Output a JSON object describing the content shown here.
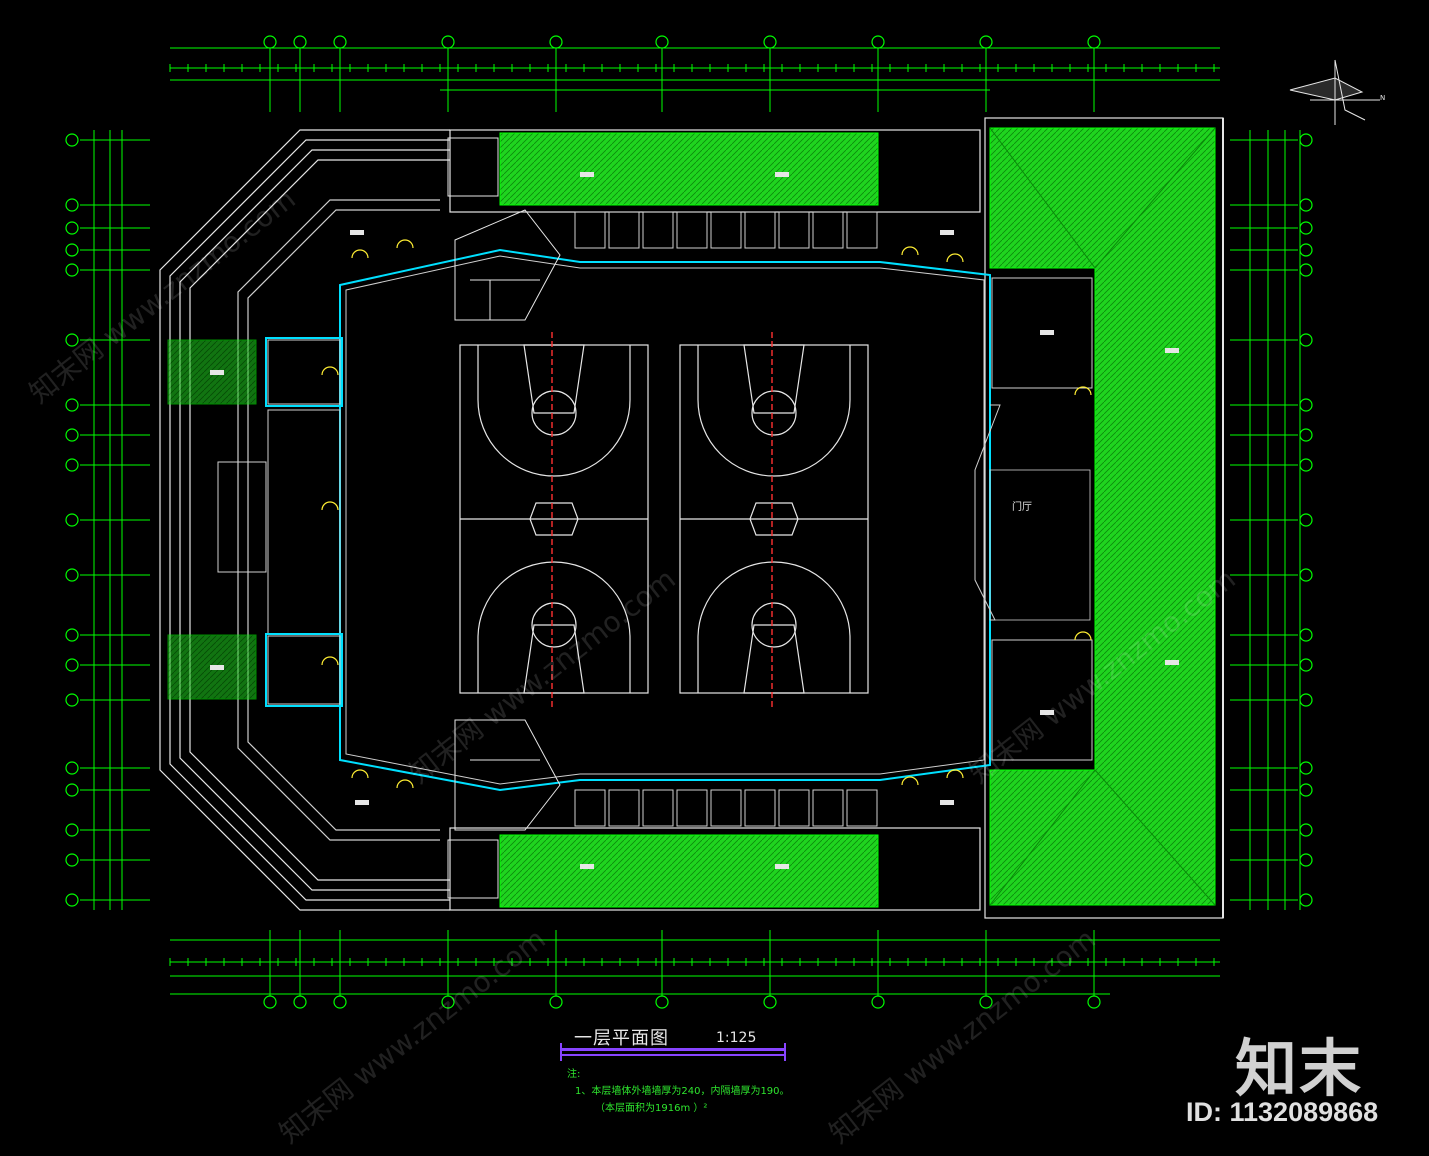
{
  "drawing": {
    "title": "一层平面图",
    "scale": "1:125",
    "notes_heading": "注:",
    "notes_line1": "1、本层墙体外墙墙厚为240，内隔墙厚为190。",
    "notes_line2": "（本层面积为1916m   ）²",
    "room_label_lobby": "门厅"
  },
  "watermark": {
    "logo_text": "知末",
    "id_text": "ID: 1132089868",
    "diag_text": "知末网 www.znzmo.com"
  },
  "colors": {
    "background": "#000000",
    "line_green": "#00ff00",
    "fill_green": "#22dd22",
    "wall_white": "#e6e6e6",
    "accent_red": "#ff3030",
    "accent_cyan": "#00e0ff",
    "accent_yellow": "#ffee33",
    "title_bar": "#8844ff"
  }
}
